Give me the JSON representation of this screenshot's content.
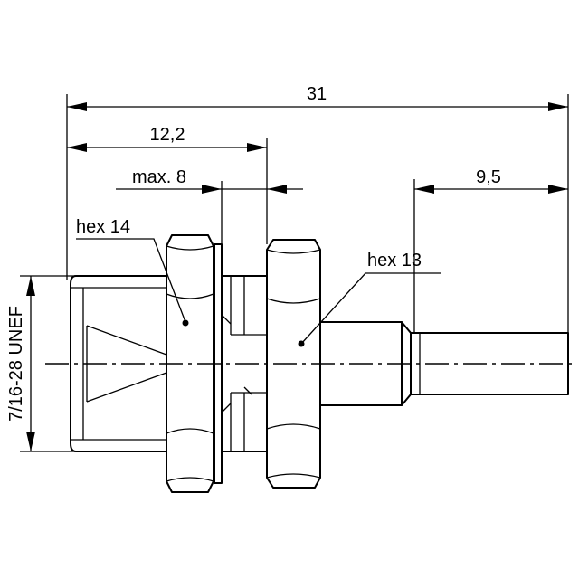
{
  "dimensions": {
    "overall_length": "31",
    "flange_length": "12,2",
    "max_panel": "max. 8",
    "pin_length": "9,5"
  },
  "callouts": {
    "hex_large": "hex 14",
    "hex_small": "hex 13",
    "thread": "7/16-28 UNEF"
  }
}
